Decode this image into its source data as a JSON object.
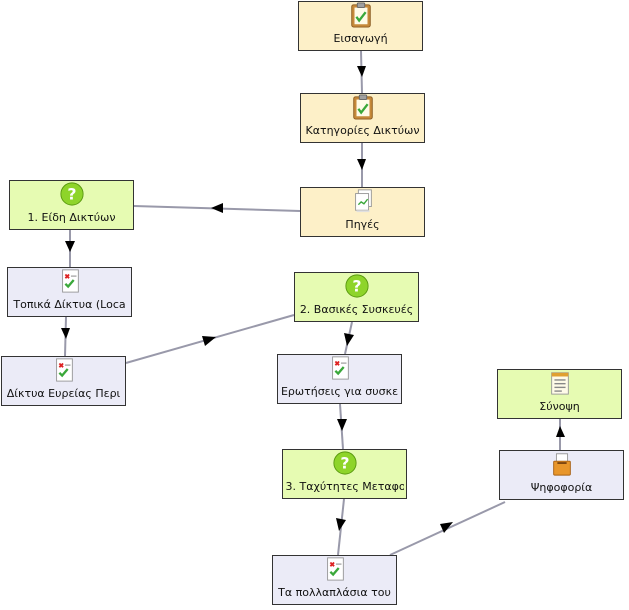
{
  "diagram": {
    "nodes": [
      {
        "id": "eisagogi",
        "label": "Εισαγωγή",
        "icon": "clipboard-icon"
      },
      {
        "id": "kathgories",
        "label": "Κατηγορίες Δικτύων",
        "icon": "clipboard-icon"
      },
      {
        "id": "piges",
        "label": "Πηγές",
        "icon": "documents-icon"
      },
      {
        "id": "eidh",
        "label": "1. Είδη Δικτύων",
        "icon": "question-icon"
      },
      {
        "id": "topika",
        "label": "Τοπικά Δίκτυα (Loca",
        "icon": "quiz-icon"
      },
      {
        "id": "vasikes",
        "label": "2. Βασικές Συσκευές",
        "icon": "question-icon"
      },
      {
        "id": "diktya",
        "label": "Δίκτυα Ευρείας Περι",
        "icon": "quiz-icon"
      },
      {
        "id": "erwthseis",
        "label": "Ερωτήσεις για συσκε",
        "icon": "quiz-icon"
      },
      {
        "id": "synopsi",
        "label": "Σύνοψη",
        "icon": "notepad-icon"
      },
      {
        "id": "taxythtes",
        "label": "3. Ταχύτητες Μεταφο",
        "icon": "question-icon"
      },
      {
        "id": "psifoforia",
        "label": "Ψηφοφορία",
        "icon": "ballot-box-icon"
      },
      {
        "id": "pollaplasia",
        "label": "Τα πολλαπλάσια του",
        "icon": "quiz-icon"
      }
    ],
    "edges": [
      {
        "from": "eisagogi",
        "to": "kathgories"
      },
      {
        "from": "kathgories",
        "to": "piges"
      },
      {
        "from": "piges",
        "to": "eidh"
      },
      {
        "from": "eidh",
        "to": "topika"
      },
      {
        "from": "topika",
        "to": "diktya"
      },
      {
        "from": "diktya",
        "to": "vasikes"
      },
      {
        "from": "vasikes",
        "to": "erwthseis"
      },
      {
        "from": "erwthseis",
        "to": "taxythtes"
      },
      {
        "from": "taxythtes",
        "to": "pollaplasia"
      },
      {
        "from": "pollaplasia",
        "to": "psifoforia"
      },
      {
        "from": "psifoforia",
        "to": "synopsi"
      }
    ],
    "colors": {
      "orange_fill": "#fdf0c8",
      "green_fill": "#e6fbb2",
      "lilac_fill": "#ebebf7",
      "edge": "#9999aa",
      "arrow": "#000000"
    }
  }
}
